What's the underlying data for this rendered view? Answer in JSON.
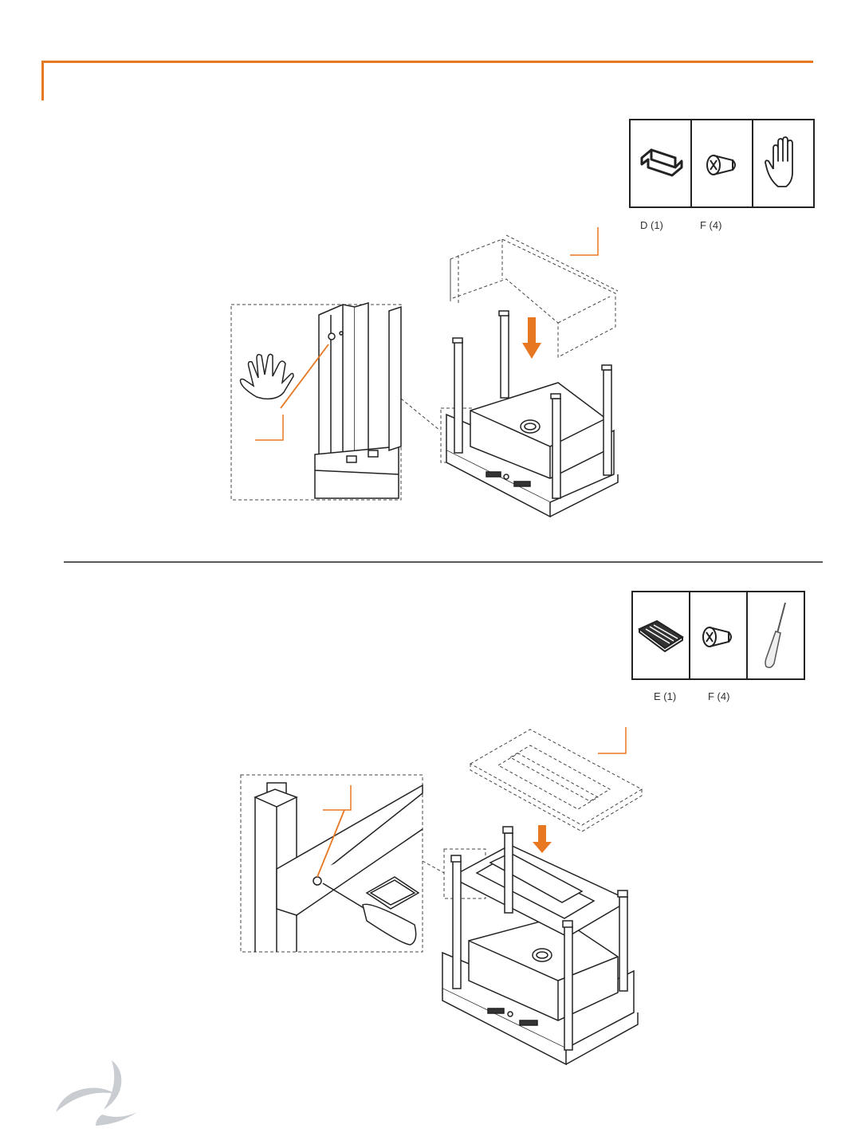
{
  "accent_color": "#E87722",
  "step_1": {
    "parts": [
      {
        "icon": "bracket-d-icon",
        "label": "D (1)"
      },
      {
        "icon": "screw-f-icon",
        "label": "F (4)"
      },
      {
        "icon": "hand-tighten-icon",
        "label": ""
      }
    ]
  },
  "step_2": {
    "parts": [
      {
        "icon": "grate-e-icon",
        "label": "E (1)"
      },
      {
        "icon": "screw-f-icon",
        "label": "F (4)"
      },
      {
        "icon": "screwdriver-icon",
        "label": ""
      }
    ]
  },
  "footer": {
    "logo": "brand-swirl-logo"
  }
}
